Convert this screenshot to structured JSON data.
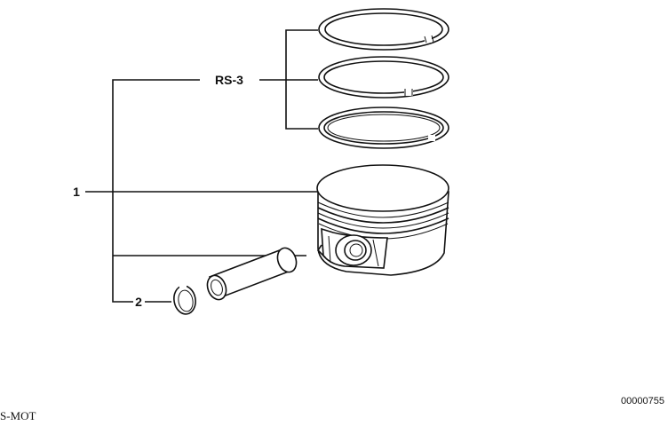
{
  "labels": {
    "rings": "RS-3",
    "piston": "1",
    "circlip": "2"
  },
  "footer": {
    "left": "S-MOT",
    "right": "00000755"
  }
}
